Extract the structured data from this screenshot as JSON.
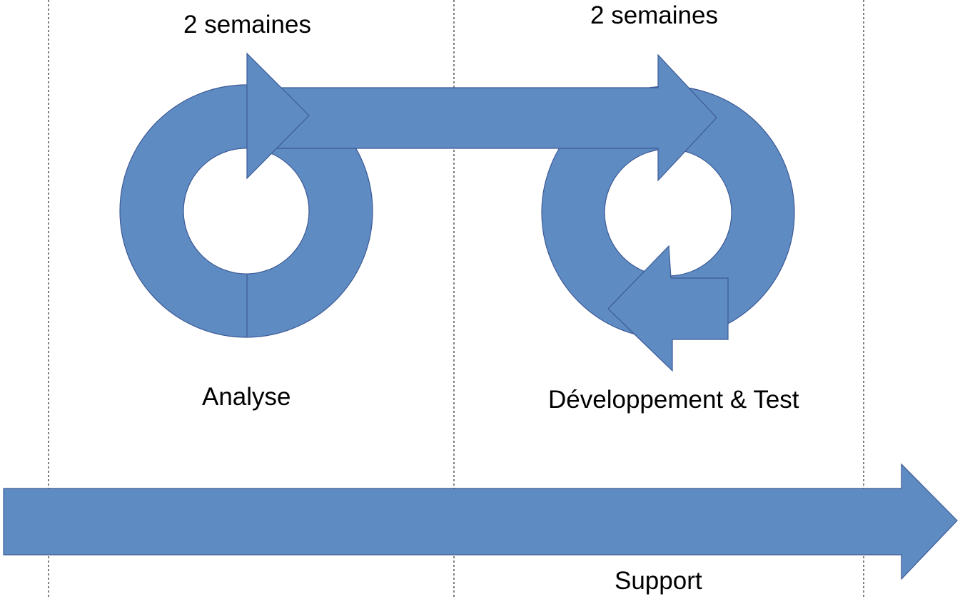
{
  "labels": {
    "analysis_duration": "2 semaines",
    "dev_duration": "2 semaines",
    "analysis": "Analyse",
    "dev_test": "Développement & Test",
    "support": "Support"
  },
  "colors": {
    "arrow_fill": "#5f8bc3",
    "arrow_stroke": "#3c5a96",
    "divider": "#000000",
    "background": "#ffffff",
    "text": "#000000"
  }
}
